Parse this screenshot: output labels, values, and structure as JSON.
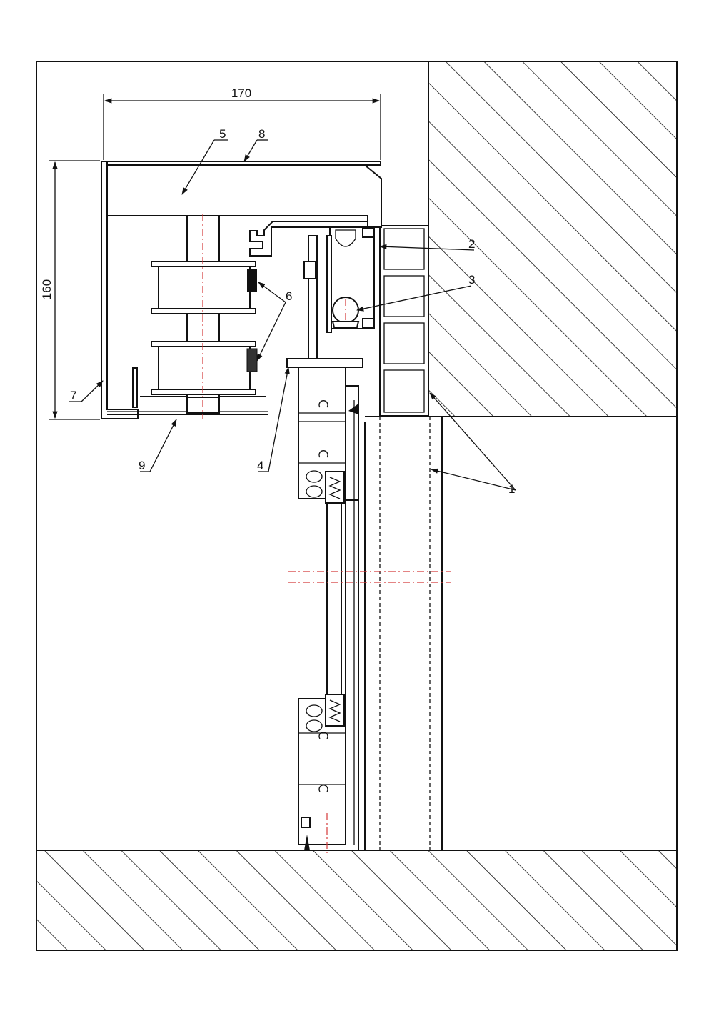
{
  "dimensions": {
    "width_label": "170",
    "height_label": "160"
  },
  "callouts": [
    "1",
    "2",
    "3",
    "4",
    "5",
    "6",
    "7",
    "8",
    "9"
  ],
  "colors": {
    "line": "#111111",
    "centerline": "#d43a3a",
    "background": "#ffffff"
  }
}
